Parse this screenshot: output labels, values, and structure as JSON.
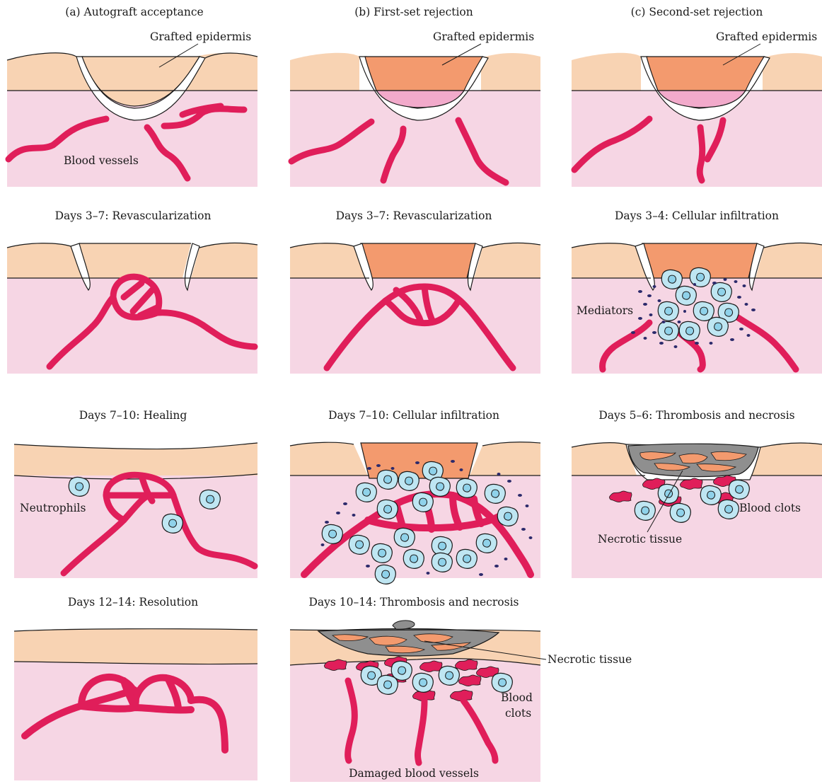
{
  "colors": {
    "dermis": "#f6d6e4",
    "epidermis": "#f8d3b3",
    "graft_foreign": "#f39a6e",
    "graft_under": "#f2aacb",
    "vessel": "#e01e5a",
    "cell_fill": "#bfe6f2",
    "cell_nucleus": "#8fd2ea",
    "mediator": "#2c2a6b",
    "necrotic_gray": "#8f8f8f",
    "outline": "#1a1a1a"
  },
  "columns": [
    {
      "header": "(a) Autograft acceptance"
    },
    {
      "header": "(b) First-set rejection"
    },
    {
      "header": "(c) Second-set rejection"
    }
  ],
  "panels": {
    "a1": {
      "title": "(a) Autograft acceptance",
      "labels": {
        "graft": "Grafted epidermis",
        "vessels": "Blood vessels"
      }
    },
    "b1": {
      "title": "(b) First-set rejection",
      "labels": {
        "graft": "Grafted epidermis"
      }
    },
    "c1": {
      "title": "(c) Second-set rejection",
      "labels": {
        "graft": "Grafted epidermis"
      }
    },
    "a2": {
      "title": "Days 3–7: Revascularization"
    },
    "b2": {
      "title": "Days 3–7: Revascularization"
    },
    "c2": {
      "title": "Days 3–4: Cellular infiltration",
      "labels": {
        "mediators": "Mediators"
      }
    },
    "a3": {
      "title": "Days 7–10: Healing",
      "labels": {
        "neutrophils": "Neutrophils"
      }
    },
    "b3": {
      "title": "Days 7–10: Cellular infiltration"
    },
    "c3": {
      "title": "Days 5–6: Thrombosis and necrosis",
      "labels": {
        "clots": "Blood clots",
        "necrotic": "Necrotic tissue"
      }
    },
    "a4": {
      "title": "Days 12–14: Resolution"
    },
    "b4": {
      "title": "Days 10–14: Thrombosis and necrosis",
      "labels": {
        "necrotic": "Necrotic tissue",
        "clots_1": "Blood",
        "clots_2": "clots",
        "damaged": "Damaged blood vessels"
      }
    }
  }
}
